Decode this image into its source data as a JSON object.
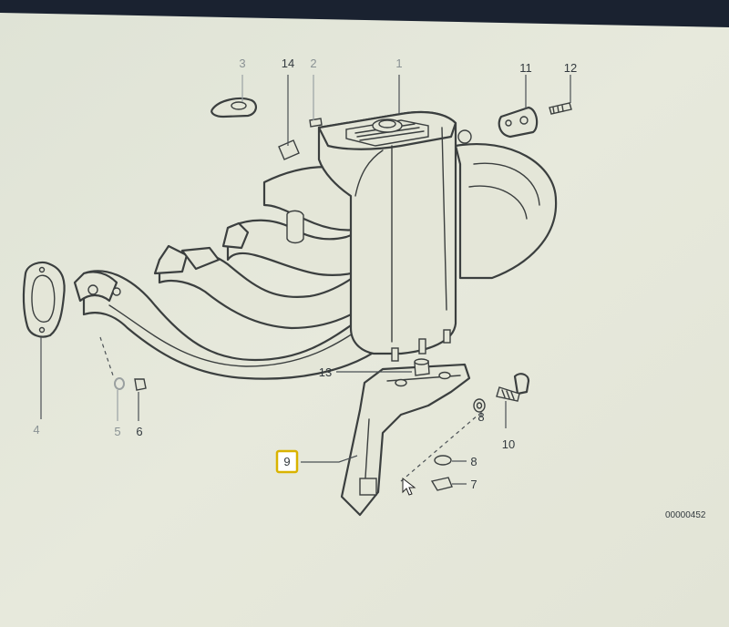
{
  "diagram": {
    "callouts": [
      {
        "id": "c1",
        "label": "1"
      },
      {
        "id": "c2",
        "label": "2"
      },
      {
        "id": "c3",
        "label": "3"
      },
      {
        "id": "c4",
        "label": "4"
      },
      {
        "id": "c5",
        "label": "5"
      },
      {
        "id": "c6",
        "label": "6"
      },
      {
        "id": "c7",
        "label": "7"
      },
      {
        "id": "c8a",
        "label": "8"
      },
      {
        "id": "c8b",
        "label": "8"
      },
      {
        "id": "c9",
        "label": "9"
      },
      {
        "id": "c10",
        "label": "10"
      },
      {
        "id": "c11",
        "label": "11"
      },
      {
        "id": "c12",
        "label": "12"
      },
      {
        "id": "c13",
        "label": "13"
      },
      {
        "id": "c14",
        "label": "14"
      }
    ],
    "reference_code": "00000452",
    "highlight_color": "#d9b300",
    "paper_color": "#e4e6d8",
    "line_color": "#3b3f3f"
  }
}
